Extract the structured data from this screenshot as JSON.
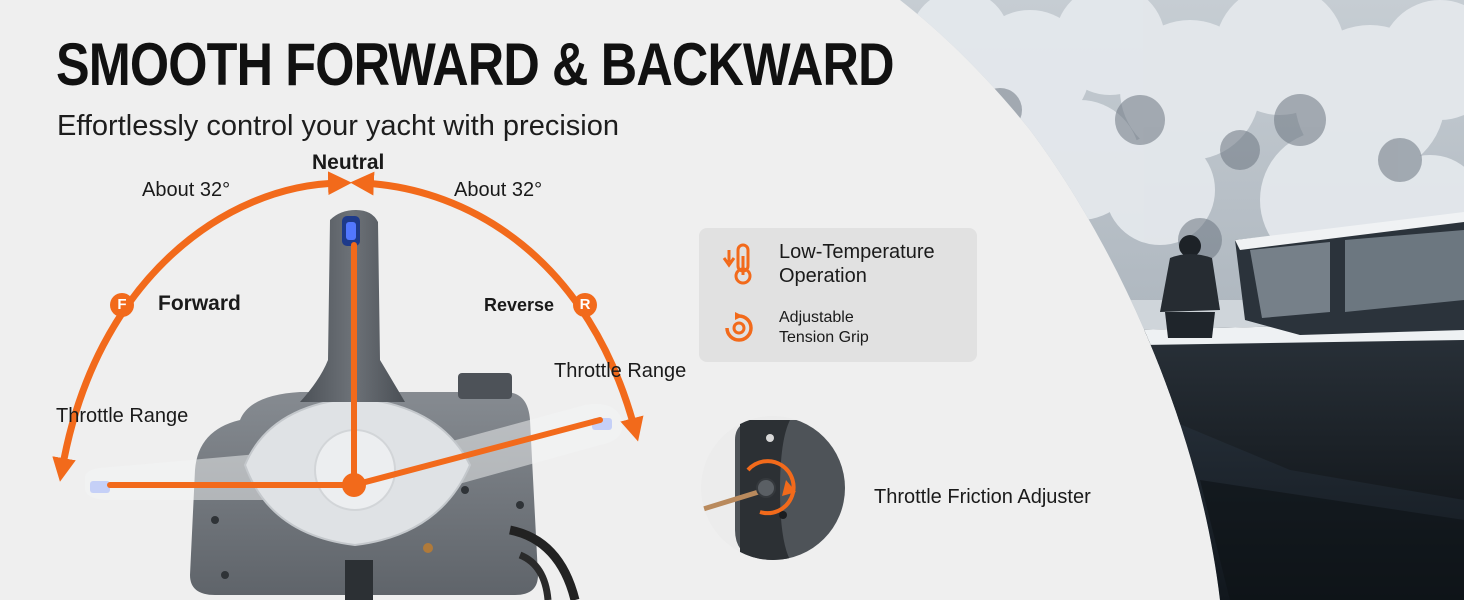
{
  "header": {
    "title": "SMOOTH FORWARD & BACKWARD",
    "subtitle": "Effortlessly control your yacht with precision"
  },
  "diagram": {
    "neutral_label": "Neutral",
    "angle_left": "About 32°",
    "angle_right": "About 32°",
    "forward_label": "Forward",
    "forward_badge": "F",
    "reverse_label": "Reverse",
    "reverse_badge": "R",
    "throttle_range_left": "Throttle Range",
    "throttle_range_right": "Throttle Range"
  },
  "features": [
    {
      "icon": "thermometer-icon",
      "text": "Low-Temperature\nOperation"
    },
    {
      "icon": "tension-grip-icon",
      "text": "Adjustable\nTension Grip"
    }
  ],
  "detail": {
    "caption": "Throttle Friction Adjuster"
  },
  "colors": {
    "accent": "#f26a1b",
    "background": "#efefef",
    "feature_box": "#e1e1e1",
    "text": "#1a1a1a"
  }
}
